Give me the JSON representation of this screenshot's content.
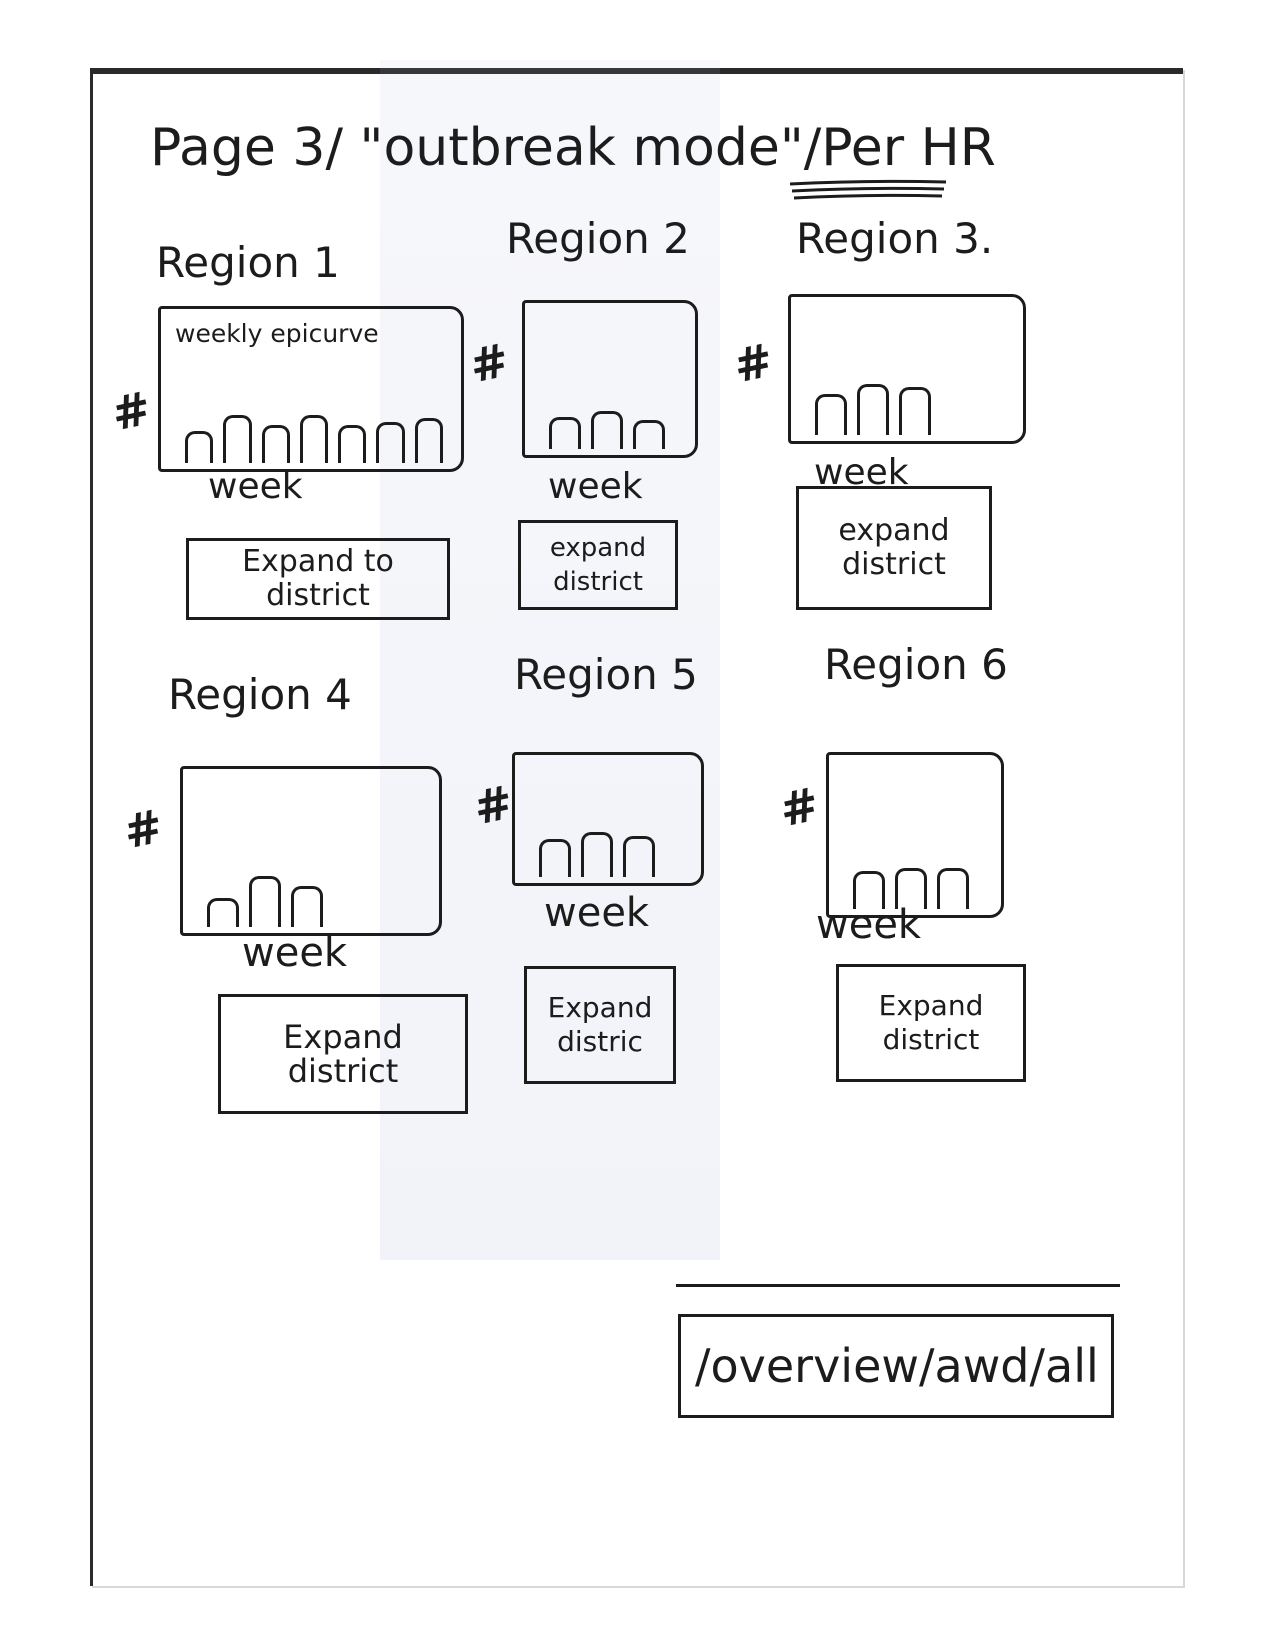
{
  "page": {
    "title": "Page 3/ \"outbreak mode\"/Per HR"
  },
  "regions": [
    {
      "name": "Region 1",
      "chart_label": "weekly epicurve",
      "axis_label": "week",
      "expand_label": "Expand to district",
      "axis_marker": "#",
      "bars": [
        0.45,
        0.7,
        0.55,
        0.7,
        0.55,
        0.6,
        0.65
      ]
    },
    {
      "name": "Region 2",
      "chart_label": "",
      "axis_label": "week",
      "expand_label": "expand district",
      "axis_marker": "#",
      "bars": [
        0.45,
        0.55,
        0.4
      ]
    },
    {
      "name": "Region 3.",
      "chart_label": "",
      "axis_label": "week",
      "expand_label": "expand district",
      "axis_marker": "#",
      "bars": [
        0.6,
        0.75,
        0.7
      ]
    },
    {
      "name": "Region 4",
      "chart_label": "",
      "axis_label": "week",
      "expand_label": "Expand district",
      "axis_marker": "#",
      "bars": [
        0.4,
        0.75,
        0.6
      ]
    },
    {
      "name": "Region 5",
      "chart_label": "",
      "axis_label": "week",
      "expand_label": "Expand distric",
      "axis_marker": "#",
      "bars": [
        0.55,
        0.65,
        0.6
      ]
    },
    {
      "name": "Region 6",
      "chart_label": "",
      "axis_label": "week",
      "expand_label": "Expand district",
      "axis_marker": "#",
      "bars": [
        0.55,
        0.6,
        0.6
      ]
    }
  ],
  "breadcrumb": {
    "text": "/overview/awd/all"
  }
}
